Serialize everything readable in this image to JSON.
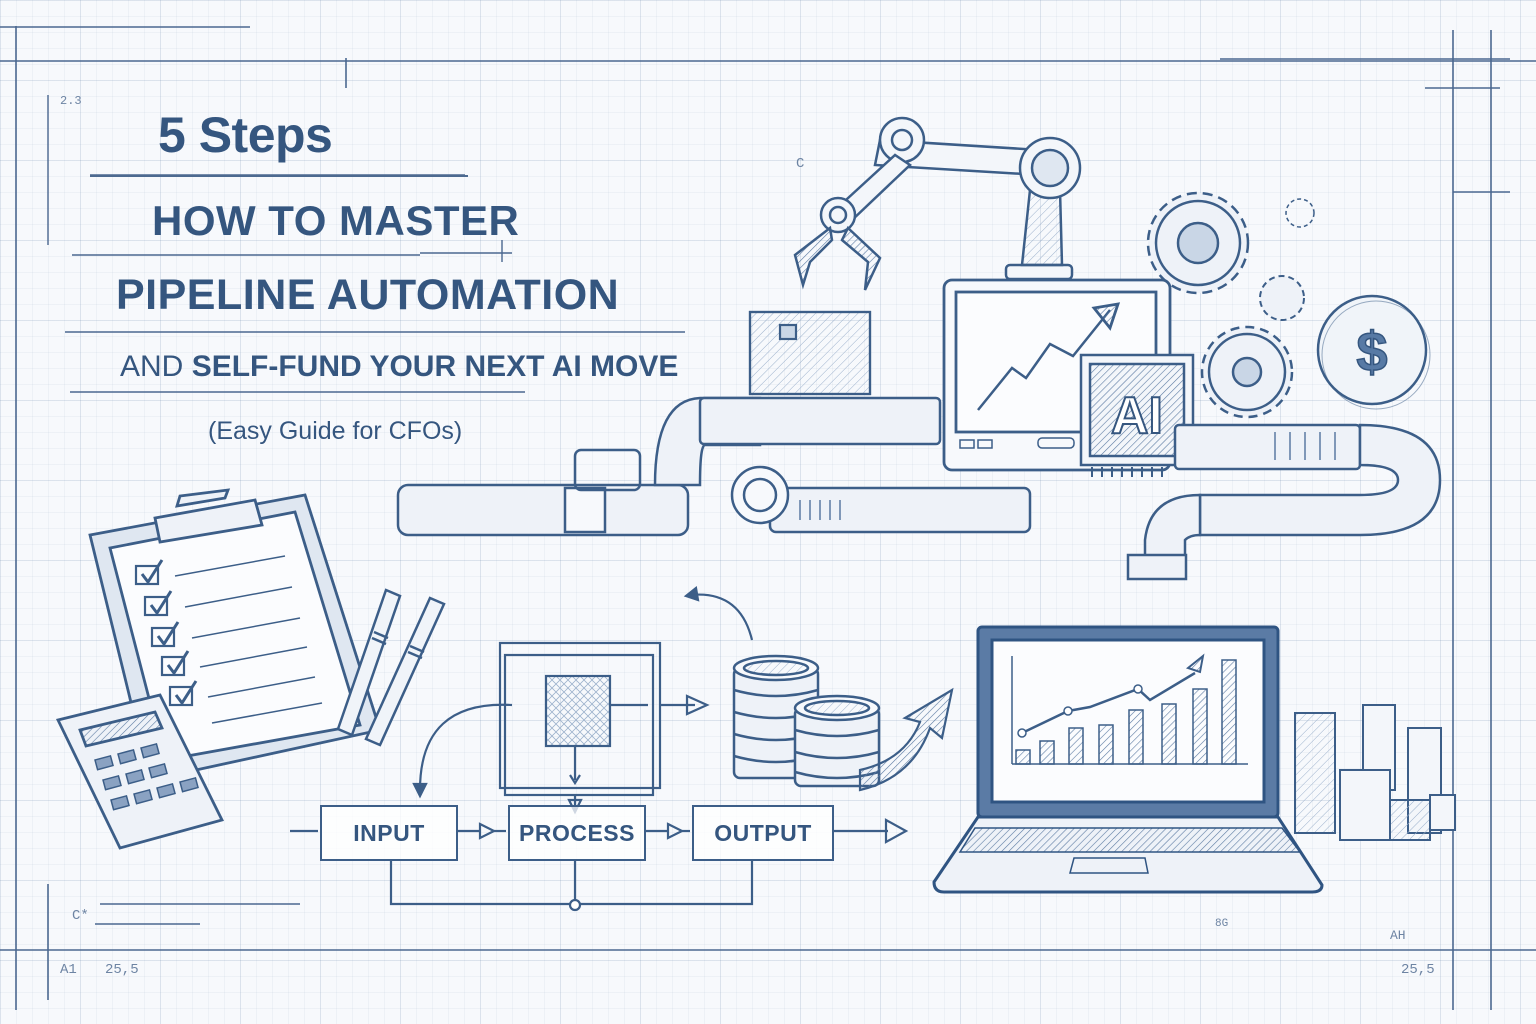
{
  "title": {
    "steps": "5 Steps",
    "line1": "HOW TO MASTER",
    "line2": "PIPELINE AUTOMATION",
    "line3_prefix": "AND",
    "line3_main": "SELF-FUND YOUR NEXT AI MOVE",
    "subtitle": "(Easy Guide for CFOs)"
  },
  "illustration": {
    "ai_chip_label": "AI",
    "coin_symbol": "$",
    "checklist_items": 5
  },
  "flow": {
    "input": "INPUT",
    "process": "PROCESS",
    "output": "OUTPUT"
  },
  "annotations": {
    "top_left": "2.3",
    "c_mark_top": "C",
    "c_mark_bottom": "C*",
    "bottom_left_code": "A1",
    "bottom_left_value": "25,5",
    "bottom_right_code": "AH",
    "bottom_right_value": "25,5",
    "mid_bottom": "8G"
  },
  "colors": {
    "ink": "#35567f",
    "paper": "#f7f9fc",
    "grid": "#c9d4e2"
  }
}
